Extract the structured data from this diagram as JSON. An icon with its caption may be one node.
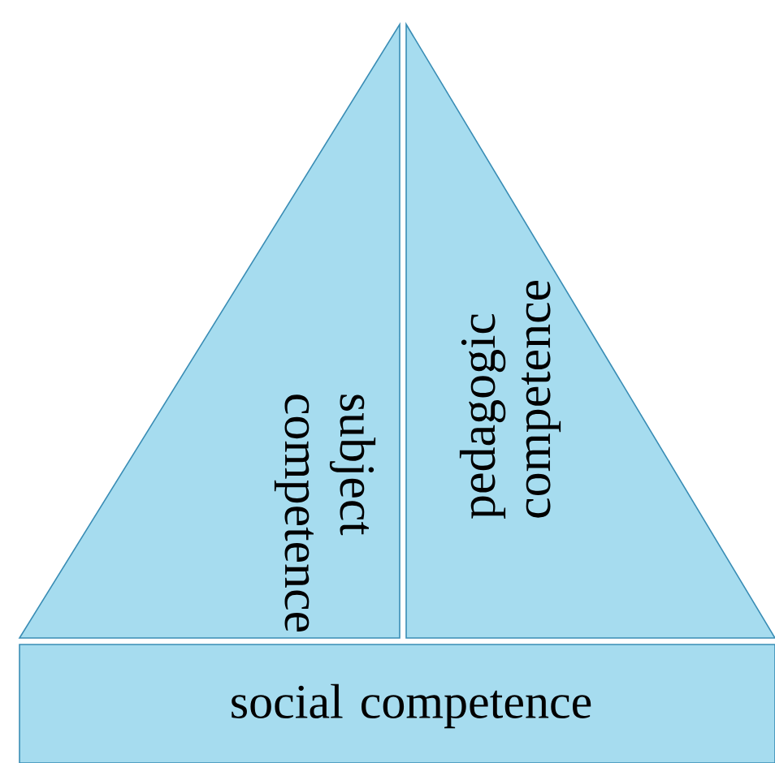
{
  "diagram": {
    "nodes": [
      {
        "text": [
          "subject competence"
        ]
      },
      {
        "text": [
          "pedagogic competence"
        ]
      },
      {
        "text": [
          "social competence"
        ]
      }
    ]
  }
}
